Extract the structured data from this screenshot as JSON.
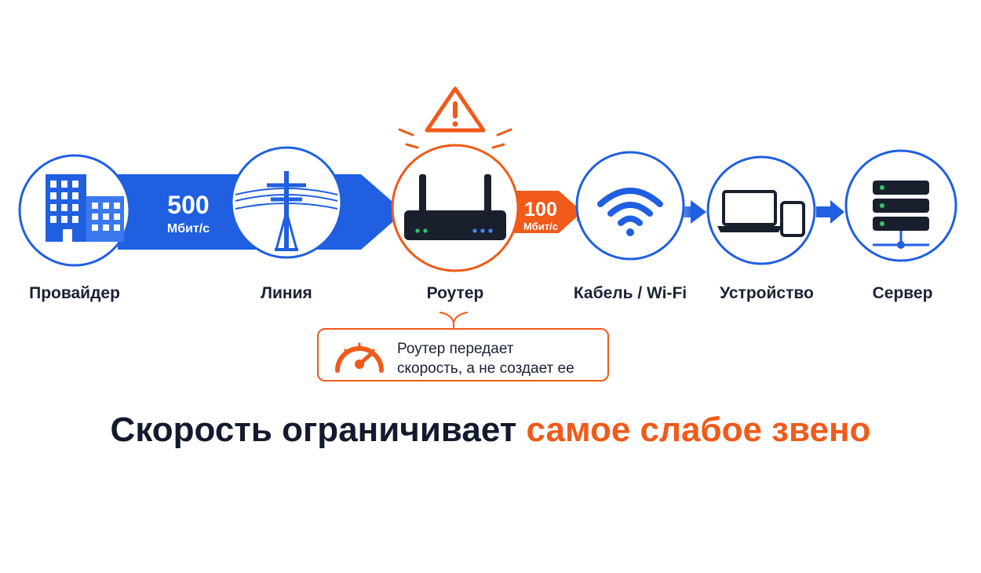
{
  "nodes": [
    {
      "label": "Провайдер",
      "icon": "office-building-icon"
    },
    {
      "label": "Линия",
      "icon": "power-line-pole-icon"
    },
    {
      "label": "Роутер",
      "icon": "router-icon"
    },
    {
      "label": "Кабель / Wi-Fi",
      "icon": "wifi-icon"
    },
    {
      "label": "Устройство",
      "icon": "laptop-phone-icon"
    },
    {
      "label": "Сервер",
      "icon": "server-rack-icon"
    }
  ],
  "speeds": {
    "line": {
      "value": "500",
      "unit": "Мбит/с"
    },
    "router": {
      "value": "100",
      "unit": "Мбит/с"
    }
  },
  "callout": {
    "line1": "Роутер передает",
    "line2": "скорость, а не создает ее",
    "icon": "speedometer-icon"
  },
  "headline": {
    "main": "Скорость ограничивает",
    "accent": "самое слабое звено"
  },
  "colors": {
    "blue": "#1f5fe0",
    "orange": "#f05a1a",
    "dark": "#141a2e"
  }
}
